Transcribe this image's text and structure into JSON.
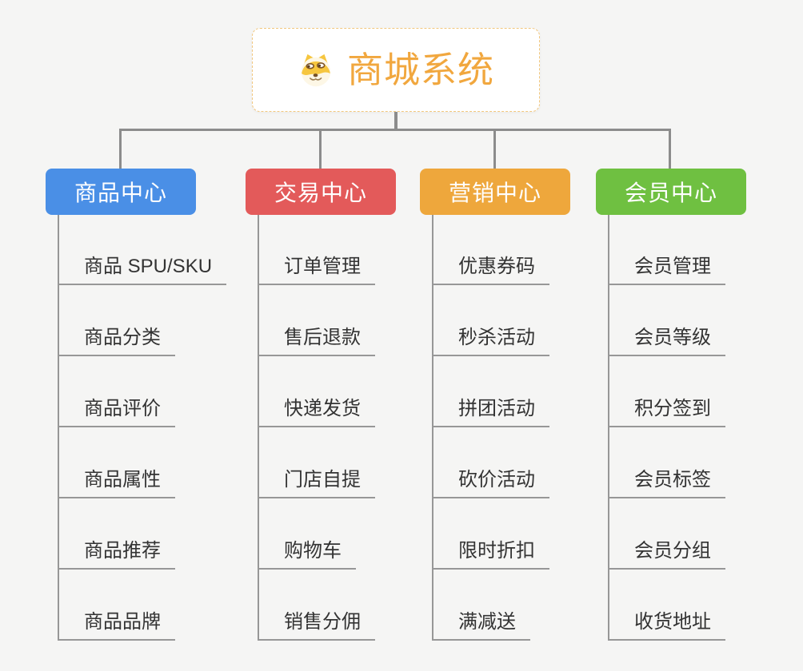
{
  "root": {
    "title": "商城系统",
    "icon": "doge-icon"
  },
  "branches": [
    {
      "label": "商品中心",
      "color": "#4A8FE6",
      "items": [
        "商品 SPU/SKU",
        "商品分类",
        "商品评价",
        "商品属性",
        "商品推荐",
        "商品品牌"
      ]
    },
    {
      "label": "交易中心",
      "color": "#E35A5A",
      "items": [
        "订单管理",
        "售后退款",
        "快递发货",
        "门店自提",
        "购物车",
        "销售分佣"
      ]
    },
    {
      "label": "营销中心",
      "color": "#EEA73C",
      "items": [
        "优惠券码",
        "秒杀活动",
        "拼团活动",
        "砍价活动",
        "限时折扣",
        "满减送"
      ]
    },
    {
      "label": "会员中心",
      "color": "#6FC041",
      "items": [
        "会员管理",
        "会员等级",
        "积分签到",
        "会员标签",
        "会员分组",
        "收货地址"
      ]
    }
  ],
  "colors": {
    "background": "#F5F5F4",
    "connector": "#8C8C8C",
    "branch_line": "#979797",
    "root_text": "#F1A73E",
    "root_border": "#F2C77E",
    "item_text": "#333333"
  }
}
